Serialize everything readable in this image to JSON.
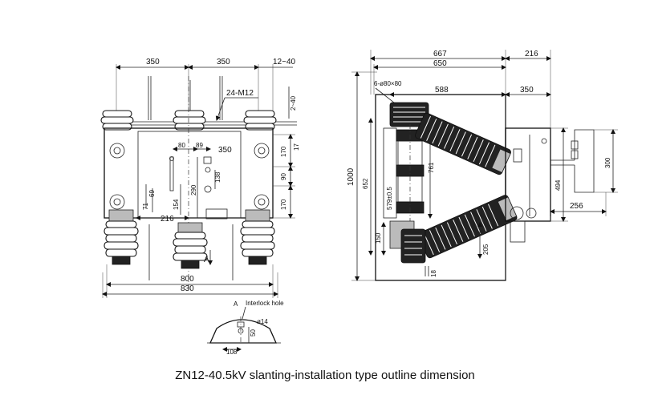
{
  "caption": "ZN12-40.5kV slanting-installation type outline dimension",
  "front_view": {
    "dim_top_1": "350",
    "dim_top_2": "350",
    "dim_top_3": "12~40",
    "bolt": "24-M12",
    "dim_right_1": "2~40",
    "dim_right_2": "170",
    "dim_right_3": "17",
    "dim_right_4": "90",
    "dim_right_5": "170",
    "label_350": "350",
    "dim_80": "80",
    "dim_89": "89",
    "dim_138": "138",
    "dim_290": "290",
    "dim_154": "154",
    "dim_69": "69",
    "dim_71": "71",
    "dim_216": "216",
    "view_a": "A",
    "dim_800": "800",
    "dim_830": "830"
  },
  "detail_a": {
    "label": "A",
    "interlock": "Interlock hole",
    "dia": "ø14",
    "dim_50": "50",
    "dim_108": "108"
  },
  "side_view": {
    "dim_667": "667",
    "dim_650": "650",
    "dim_216": "216",
    "holes": "6-ø80×80",
    "dim_588": "588",
    "dim_350": "350",
    "dim_1000": "1000",
    "dim_652": "652",
    "dim_761": "761",
    "dim_579": "579±0.5",
    "dim_494": "494",
    "dim_300": "300",
    "dim_256": "256",
    "dim_150": "150",
    "dim_205": "205",
    "dim_18": "18"
  }
}
